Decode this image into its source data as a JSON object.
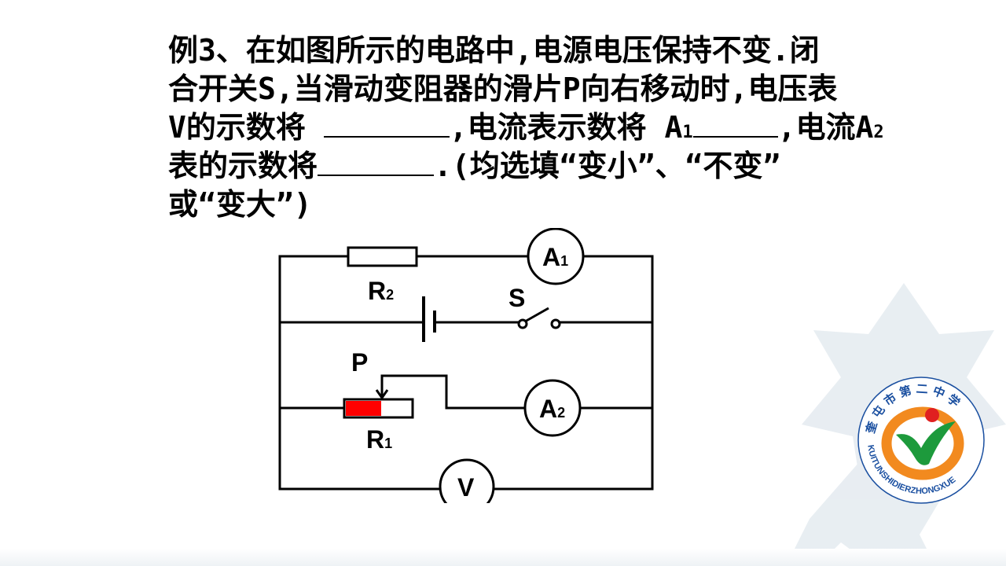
{
  "question": {
    "line1": "例3、在如图所示的电路中,电源电压保持不变.闭",
    "line2": "合开关S,当滑动变阻器的滑片P向右移动时,电压表",
    "line3_a": "V的示数将 ",
    "line3_b": ",电流表示数将 A",
    "line3_sub1": "1",
    "line3_c": ",电流A",
    "line3_sub2": "2",
    "line4_a": "表的示数将",
    "line4_b": ".(均选填“变小”、“不变”",
    "line5": "或“变大”)"
  },
  "circuit": {
    "labels": {
      "r2": "R",
      "r2_sub": "2",
      "s": "S",
      "p": "P",
      "r1": "R",
      "r1_sub": "1",
      "a1": "A",
      "a1_sub": "1",
      "a2": "A",
      "a2_sub": "2",
      "v": "V"
    },
    "colors": {
      "wire": "#000000",
      "rheostat_fill": "#ff0000"
    }
  },
  "logo": {
    "top_text": "奎屯市第二中学",
    "bottom_text": "KUITUNSHIDIERZHONGXUE",
    "colors": {
      "orange": "#f28a1f",
      "green": "#1d9a3c",
      "red": "#e02020",
      "blue": "#1a4fa0"
    }
  }
}
